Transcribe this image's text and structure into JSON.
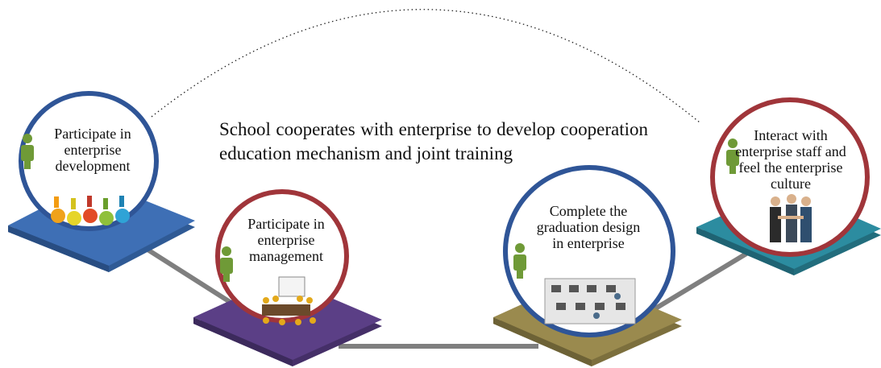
{
  "colors": {
    "blue": "#3e6fb5",
    "purple": "#5b3f86",
    "olive": "#9a8a4e",
    "teal": "#2c8ca0",
    "ring_blue": "#2f5597",
    "ring_red": "#a0353a",
    "person_green": "#6f9a37",
    "connector_gray": "#7f7f7f"
  },
  "center_text": "School cooperates with enterprise to develop cooperation education mechanism and joint training",
  "nodes": [
    {
      "label": "Participate in enterprise development",
      "platform_color": "blue",
      "ring_color": "ring_blue",
      "image": "colorful-people-on-gears-icon"
    },
    {
      "label": "Participate in enterprise management",
      "platform_color": "purple",
      "ring_color": "ring_red",
      "image": "meeting-room-icon"
    },
    {
      "label": "Complete the graduation design in enterprise",
      "platform_color": "olive",
      "ring_color": "ring_blue",
      "image": "office-workstations-icon"
    },
    {
      "label": "Interact with enterprise staff and feel the enterprise culture",
      "platform_color": "teal",
      "ring_color": "ring_red",
      "image": "business-people-handshake-icon"
    }
  ]
}
